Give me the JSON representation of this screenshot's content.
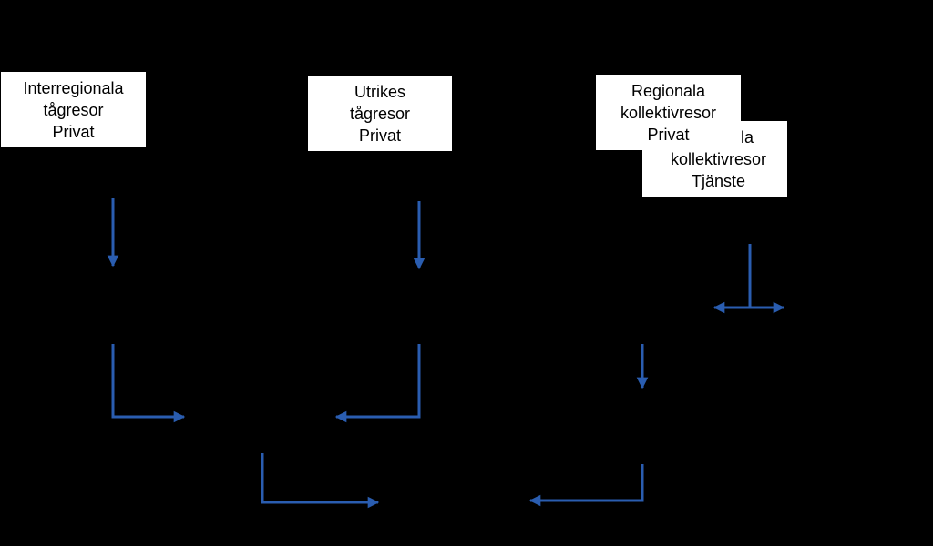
{
  "diagram": {
    "nodes": {
      "interregional_private": [
        "Interregionala",
        "tågresor",
        "Privat"
      ],
      "abroad_private": [
        "Utrikes",
        "tågresor",
        "Privat"
      ],
      "regional_business": [
        "la",
        "kollektivresor",
        "Tjänste"
      ],
      "regional_private": [
        "Regionala",
        "kollektivresor",
        "Privat"
      ]
    },
    "arrow_color": "#2a5db0",
    "background_color": "#000000",
    "box_color": "#ffffff"
  }
}
